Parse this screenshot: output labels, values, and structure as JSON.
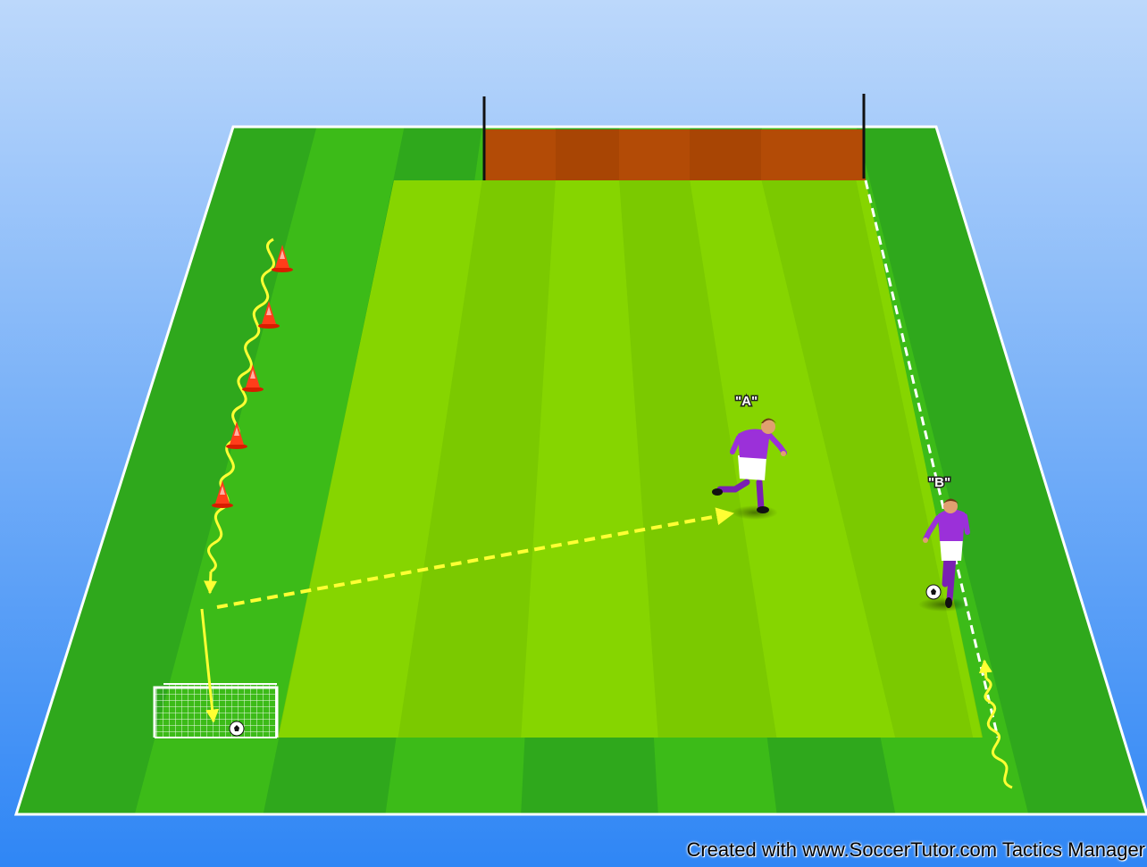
{
  "players": [
    {
      "id": "A",
      "label": "\"A\"",
      "kit_shirt": "purple",
      "kit_shorts": "white"
    },
    {
      "id": "B",
      "label": "\"B\"",
      "kit_shirt": "purple",
      "kit_shorts": "white"
    }
  ],
  "equipment": {
    "cones": 5,
    "cone_color": "red",
    "goals": 1,
    "balls": 2,
    "poles": 2
  },
  "colors": {
    "sky_top": "#b9d5fb",
    "sky_bottom": "#3f8ef3",
    "pitch_dark": "#2fa81c",
    "pitch_light": "#7fd000",
    "end_zone": "#b84a08",
    "movement_arrow": "#ffff33",
    "boundary_line": "#ffffff"
  },
  "credit": "Created with www.SoccerTutor.com Tactics Manager"
}
